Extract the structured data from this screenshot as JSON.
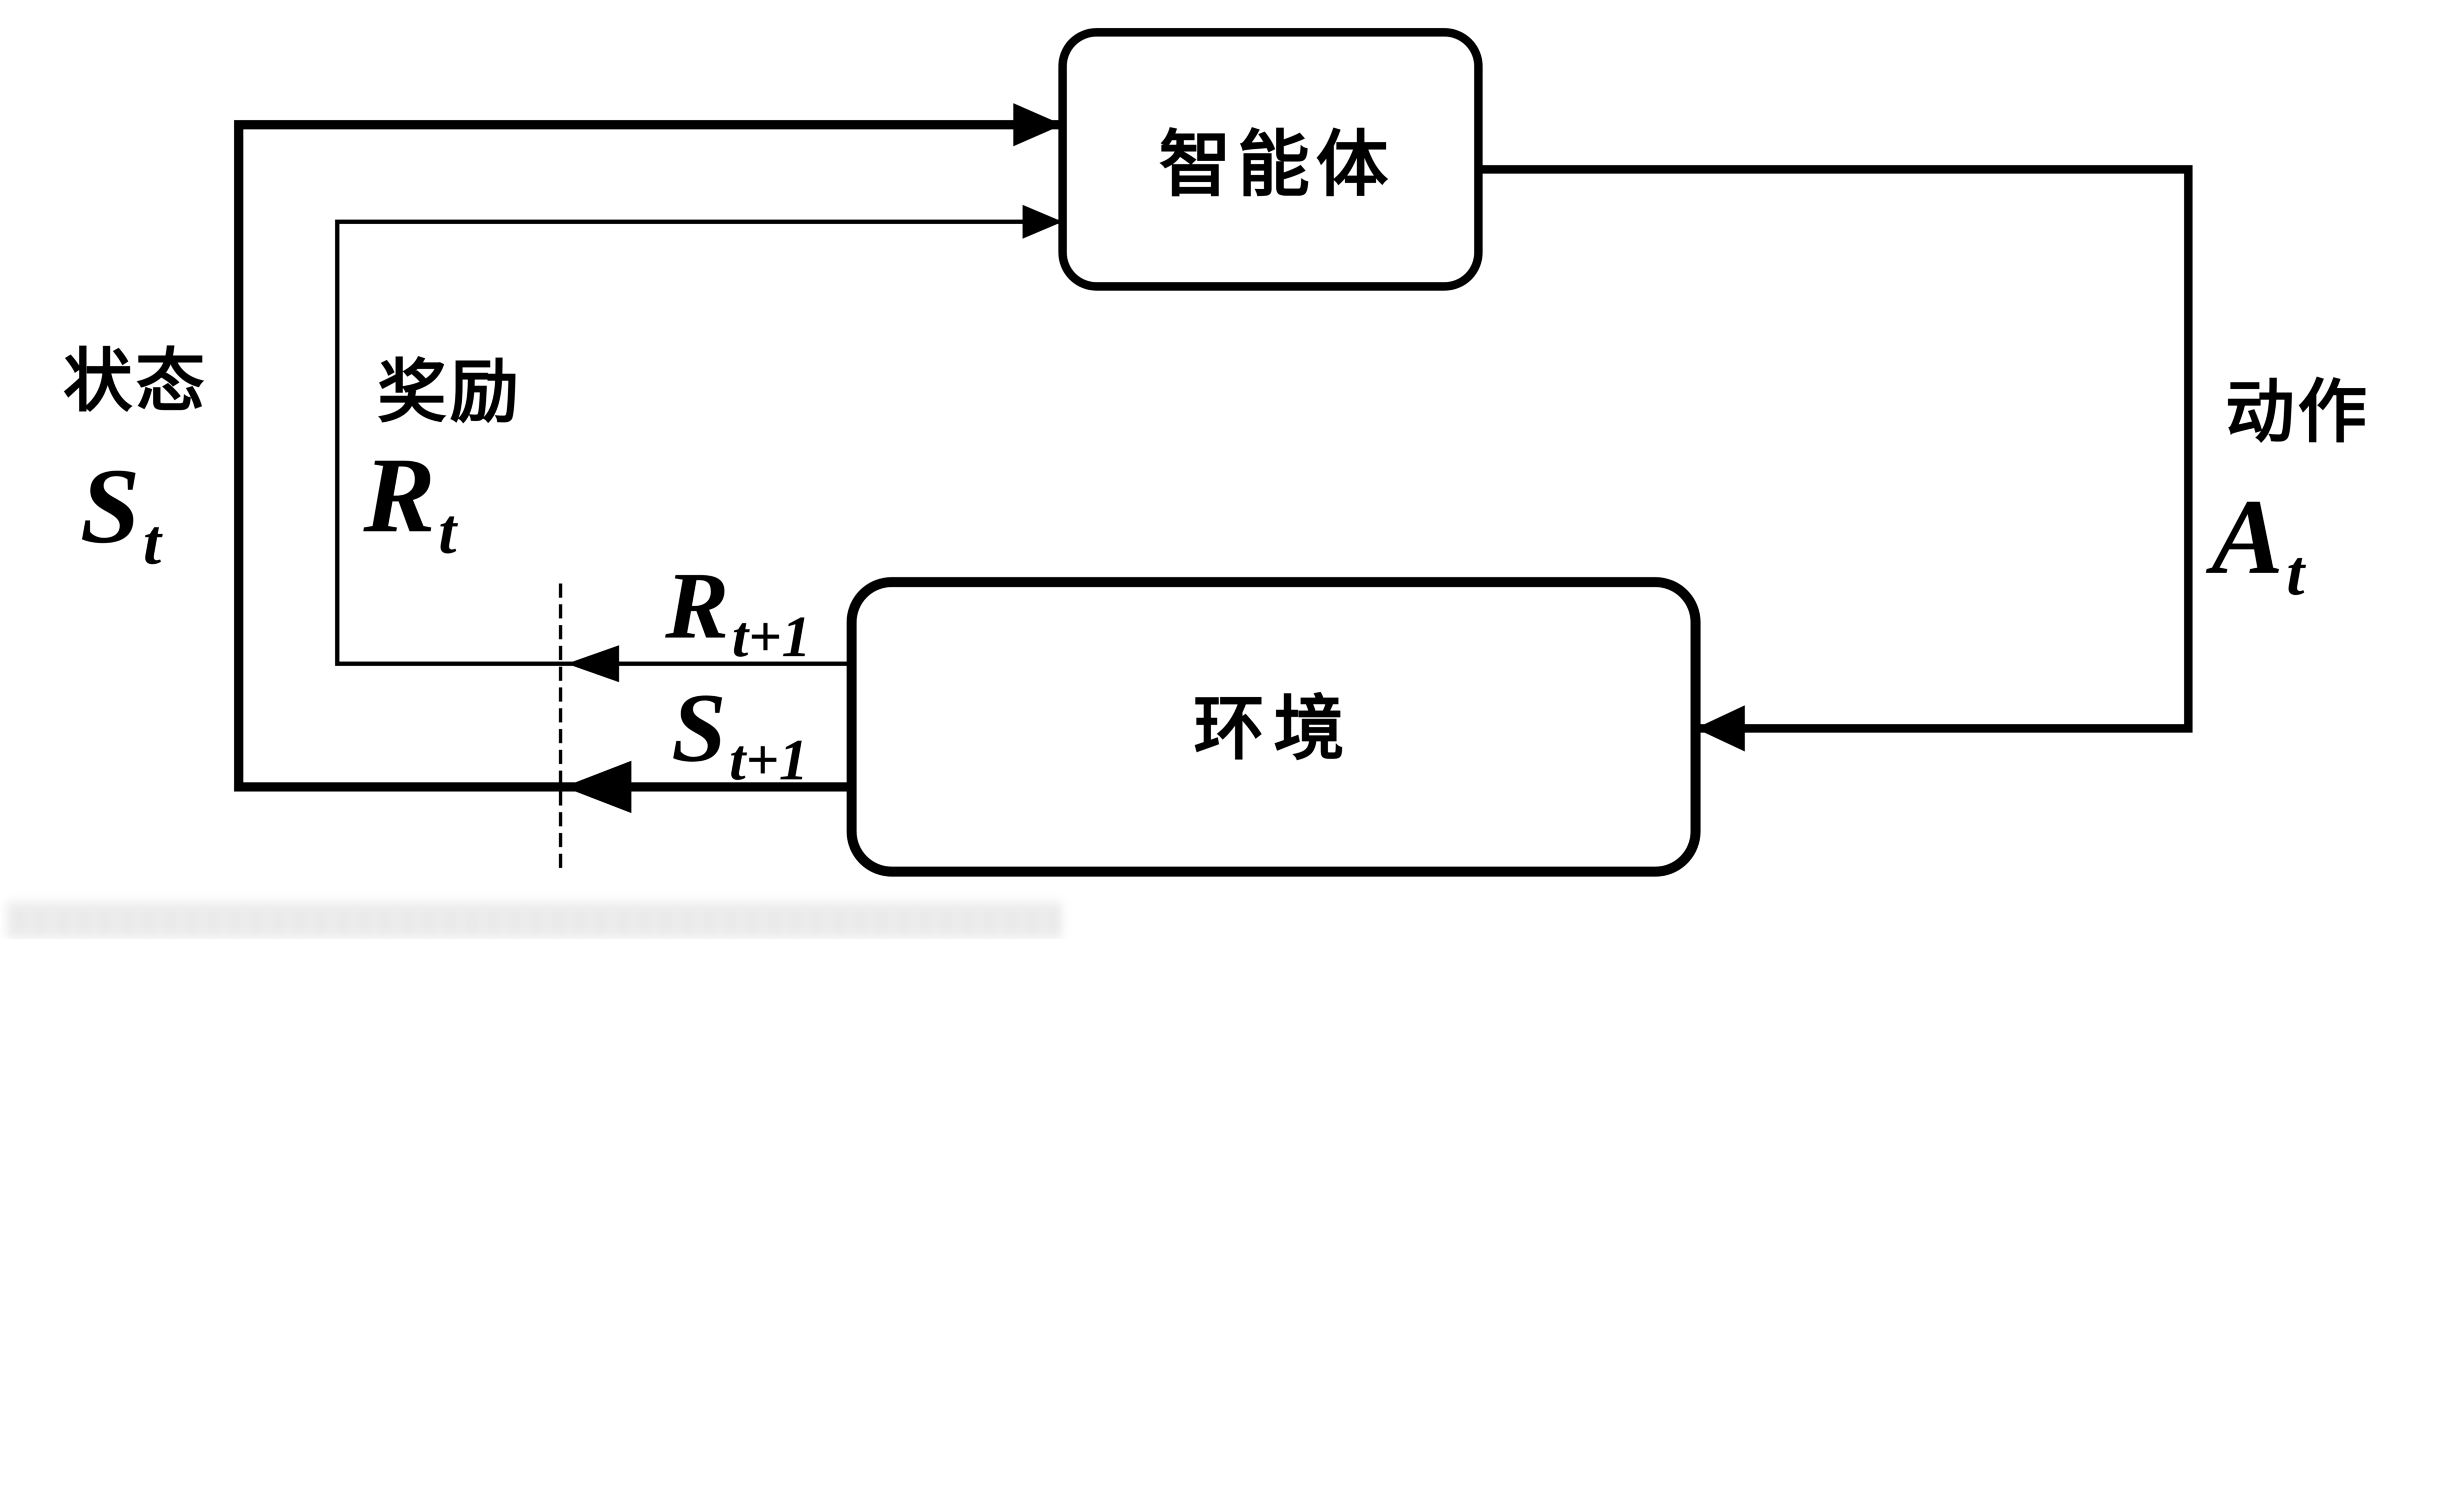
{
  "diagram": {
    "colors": {
      "ink": "#000000",
      "background": "#ffffff"
    },
    "agent_box": {
      "label": "智能体"
    },
    "environment_box": {
      "label": "环境"
    },
    "state_label": {
      "word": "状态",
      "symbol": "S",
      "subscript": "t"
    },
    "reward_label": {
      "word": "奖励",
      "symbol": "R",
      "subscript": "t"
    },
    "action_label": {
      "word": "动作",
      "symbol": "A",
      "subscript": "t"
    },
    "next_reward_label": {
      "symbol": "R",
      "subscript": "t+1"
    },
    "next_state_label": {
      "symbol": "S",
      "subscript": "t+1"
    }
  }
}
